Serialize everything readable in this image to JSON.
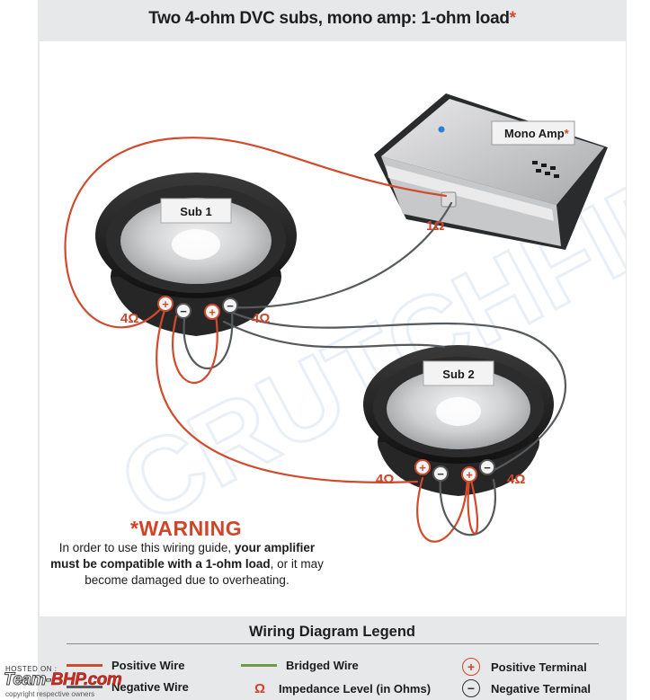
{
  "title": {
    "text": "Two 4-ohm DVC subs, mono amp: 1-ohm load",
    "star": "*"
  },
  "components": {
    "amp_label": "Mono Amp",
    "amp_star": "*",
    "sub1_label": "Sub 1",
    "sub2_label": "Sub 2"
  },
  "impedance": {
    "amp": "1Ω",
    "sub1_left": "4Ω",
    "sub1_right": "4Ω",
    "sub2_left": "4Ω",
    "sub2_right": "4Ω"
  },
  "watermark": "CRUTCHFIELD",
  "warning": {
    "heading": "*WARNING",
    "line_a": "In order to use this wiring guide, ",
    "line_b": "your amplifier must be compatible with a 1-ohm load",
    "line_c": ", or it may become damaged due to overheating."
  },
  "legend": {
    "title": "Wiring Diagram Legend",
    "positive_wire": "Positive Wire",
    "negative_wire": "Negative Wire",
    "bridged_wire": "Bridged Wire",
    "impedance_level": "Impedance Level (in Ohms)",
    "positive_terminal": "Positive Terminal",
    "negative_terminal": "Negative Terminal",
    "impedance_glyph": "Ω",
    "plus_glyph": "+",
    "minus_glyph": "−"
  },
  "colors": {
    "positive": "#d24a2c",
    "negative": "#555a5e",
    "bridged": "#6d9a4a",
    "accent": "#cf4529"
  },
  "hosted": {
    "label": "HOSTED ON :",
    "brand_a": "Team-",
    "brand_b": "BHP",
    "brand_c": ".com",
    "copy": "copyright respective owners"
  }
}
